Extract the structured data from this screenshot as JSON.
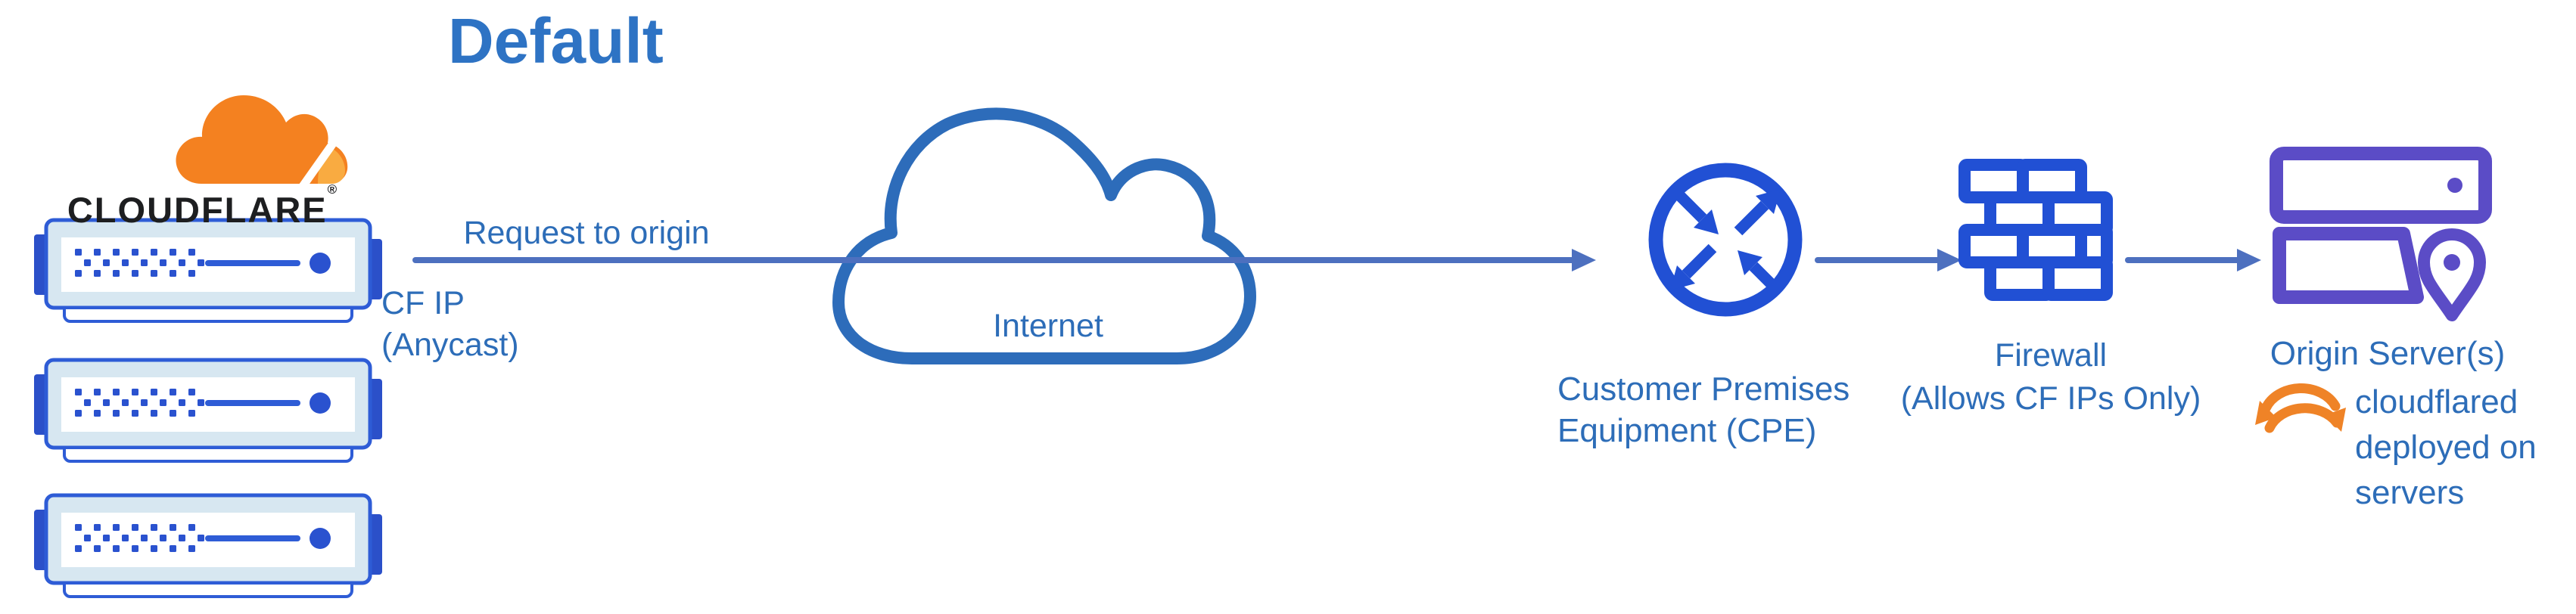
{
  "title": "Default",
  "cloudflare": {
    "wordmark": "CLOUDFLARE",
    "registered": "®"
  },
  "edge": {
    "request_label": "Request to origin",
    "cf_ip_line1": "CF IP",
    "cf_ip_line2": "(Anycast)"
  },
  "internet": {
    "label": "Internet"
  },
  "cpe": {
    "label_line1": "Customer Premises",
    "label_line2": "Equipment (CPE)"
  },
  "firewall": {
    "label_line1": "Firewall",
    "label_line2": "(Allows CF IPs Only)"
  },
  "origin": {
    "label": "Origin Server(s)",
    "note_line1": "cloudflared",
    "note_line2": "deployed on",
    "note_line3": "servers"
  },
  "icons": {
    "cloudflare-logo-icon": "orange cloudflare cloud logo",
    "server-icon": "blue rack server (x3)",
    "internet-cloud-icon": "blue outlined cloud",
    "cpe-router-icon": "blue circle with four crossing arrows",
    "firewall-icon": "blue brick wall",
    "origin-servers-icon": "purple server bars with location pin",
    "sync-icon": "orange circular arrows (cloudflared)"
  },
  "colors": {
    "label_blue": "#2d6db8",
    "title_blue": "#2e73c4",
    "arrow_blue": "#4d70bf",
    "icon_blue": "#2150d4",
    "server_stroke_blue": "#2e5cd6",
    "server_fill": "#d7e7f1",
    "tab_blue": "#2b50c9",
    "dot_blue": "#2a52cf",
    "cloud_stroke": "#2d6cba",
    "origin_purple": "#5b4cc6",
    "cf_orange": "#f48120",
    "cf_orange_light": "#f9ab41",
    "sync_orange": "#ef8327"
  }
}
